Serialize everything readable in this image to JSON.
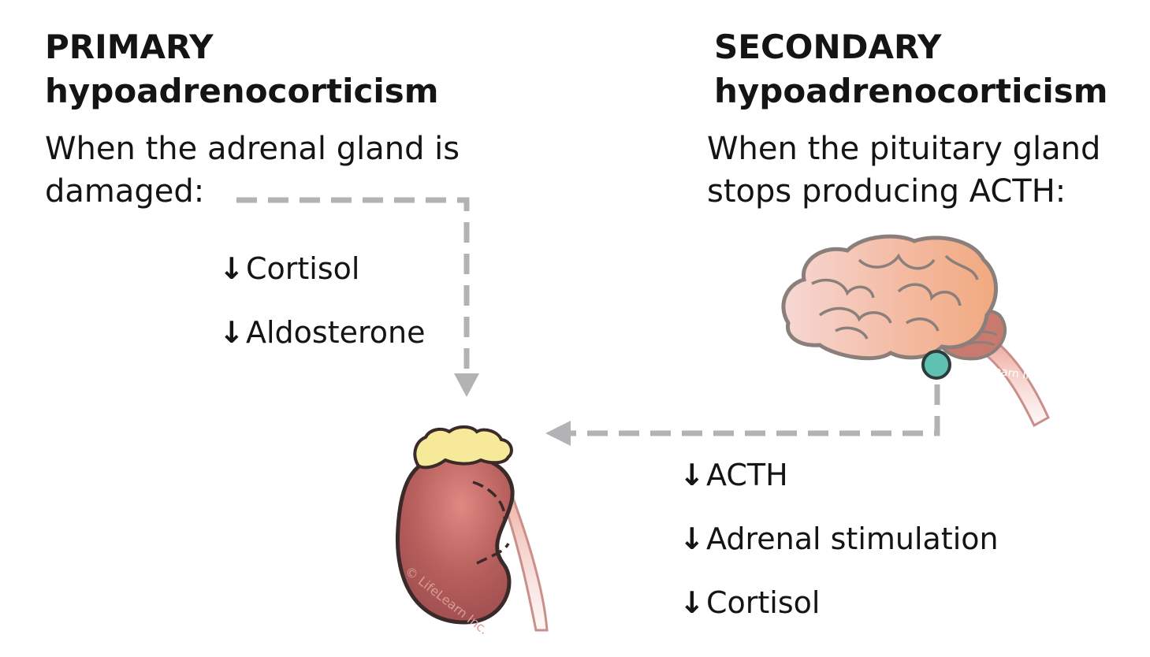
{
  "primary": {
    "heading_line1": "PRIMARY",
    "heading_line2": "hypoadrenocorticism",
    "desc_line1": "When the adrenal gland is",
    "desc_line2": "damaged:",
    "effects": [
      {
        "symbol": "↓",
        "label": "Cortisol"
      },
      {
        "symbol": "↓",
        "label": "Aldosterone"
      }
    ]
  },
  "secondary": {
    "heading_line1": "SECONDARY",
    "heading_line2": "hypoadrenocorticism",
    "desc_line1": "When the pituitary gland",
    "desc_line2": "stops producing ACTH:",
    "effects": [
      {
        "symbol": "↓",
        "label": "ACTH"
      },
      {
        "symbol": "↓",
        "label": "Adrenal stimulation"
      },
      {
        "symbol": "↓",
        "label": "Cortisol"
      }
    ]
  },
  "watermarks": {
    "brain": "© LifeLearn Inc.",
    "kidney": "© LifeLearn Inc."
  },
  "colors": {
    "connector": "#b3b3b5",
    "pituitary": "#5fc1b2",
    "adrenal": "#f6e99a",
    "kidney": "#b15d5b",
    "brain": "#f3b594"
  }
}
